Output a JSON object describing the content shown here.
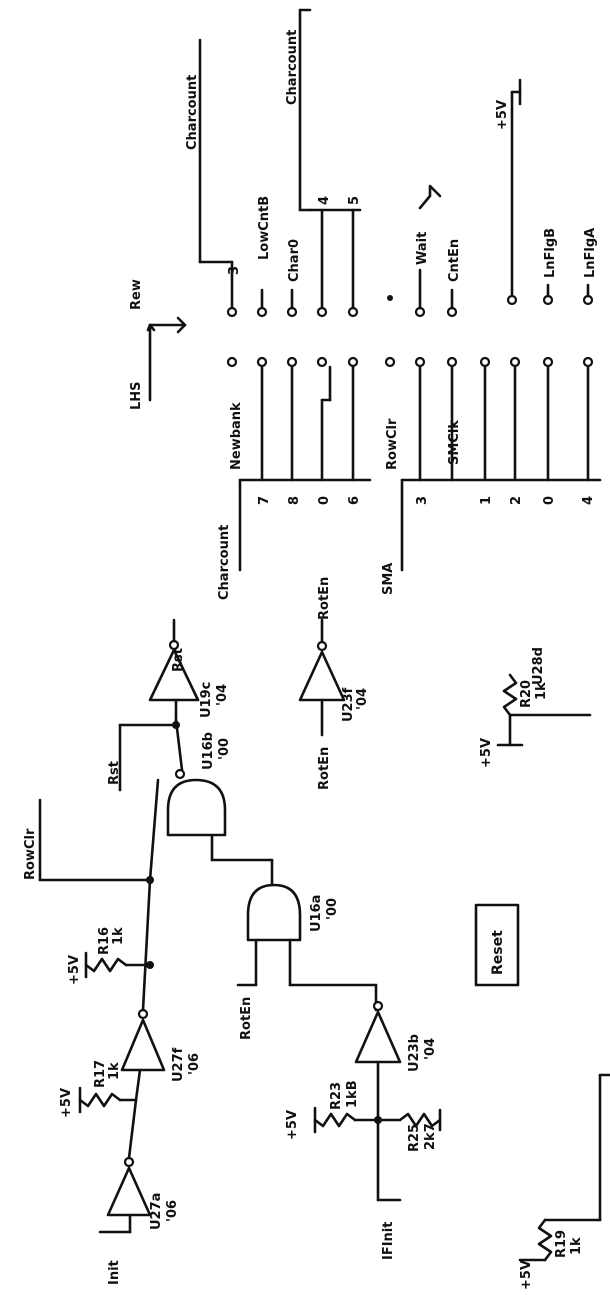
{
  "title": "",
  "labels": {
    "init": "Init",
    "v5": "+5V",
    "r17": "R17",
    "r17_val": "1k",
    "u27a": "U27a",
    "u27a_type": "'06",
    "r16": "R16",
    "r16_val": "1k",
    "u27f": "U27f",
    "u27f_type": "'06",
    "rowclr": "RowClr",
    "u16b": "U16b",
    "u16b_type": "'00",
    "rst": "Rst",
    "rst_bar": "Rst",
    "u19c": "U19c",
    "u19c_type": "'04",
    "roten_in": "RotEn",
    "u16a": "U16a",
    "u16a_type": "'00",
    "r23": "R23",
    "r23_val": "1kB",
    "u23b": "U23b",
    "u23b_type": "'04",
    "r25": "R25",
    "r25_val": "2k7",
    "ifinit": "IFInit",
    "roten2": "RotEn",
    "u23f": "U23f",
    "u23f_type": "'04",
    "roten_out": "RotEn",
    "reset": "Reset",
    "r20": "R20",
    "r20_val": "1k",
    "u28d": "U28d",
    "r19": "R19",
    "r19_val": "1k",
    "charcount1": "Charcount",
    "lhs": "LHS",
    "rew": "Rew",
    "newbank": "Newbank",
    "pin_7": "7",
    "pin_8": "8",
    "pin_0": "0",
    "pin_6": "6",
    "sma": "SMA",
    "rowclr2": "RowClr",
    "smclk": "SMClk",
    "pin_3": "3",
    "pin_1": "1",
    "pin_2": "2",
    "pin_0b": "0",
    "pin_4": "4",
    "charcount2": "Charcount",
    "pin_3b": "3",
    "lowcntb": "LowCntB",
    "char0": "Char0",
    "pin_4b": "4",
    "pin_5": "5",
    "charcount3": "Charcount",
    "wait": "Wait",
    "cntren": "CntEn",
    "v5b": "+5V",
    "lnflgb": "LnFlgB",
    "lnflga": "LnFlgA"
  }
}
